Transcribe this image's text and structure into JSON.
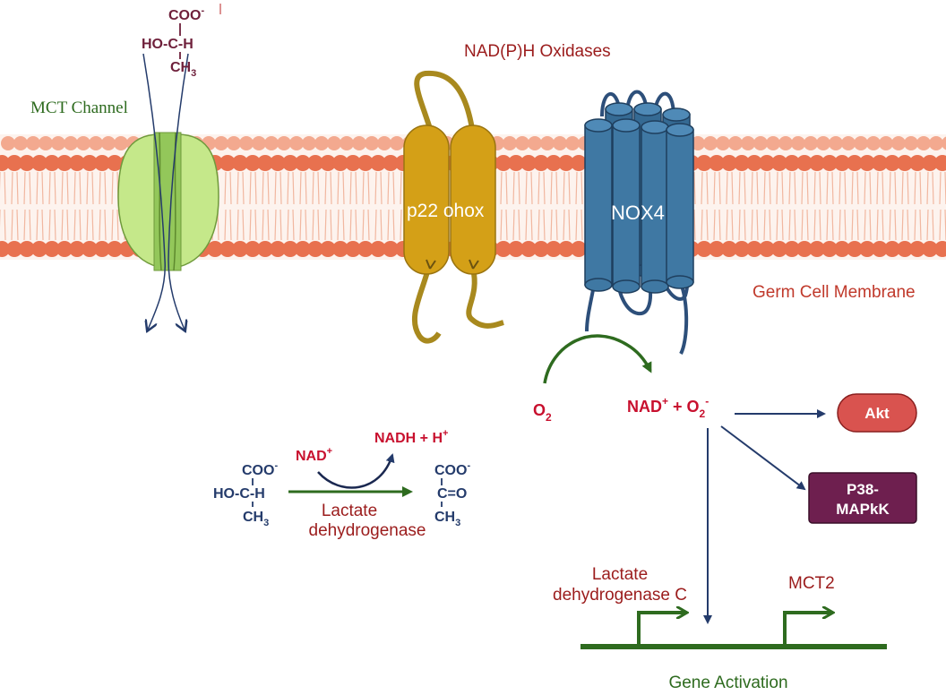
{
  "labels": {
    "mct_channel": "MCT Channel",
    "nadph_oxidases": "NAD(P)H Oxidases",
    "p22": "p22 ohox",
    "nox4": "NOX4",
    "membrane": "Germ Cell Membrane",
    "lactate_dehydrogenase_c_line1": "Lactate",
    "lactate_dehydrogenase_c_line2": "dehydrogenase C",
    "mct2": "MCT2",
    "gene_activation": "Gene Activation",
    "enzyme_line1": "Lactate",
    "enzyme_line2": "dehydrogenase"
  },
  "top_lactate": {
    "coo": "COO",
    "coo_sup": "-",
    "hoch": "HO-C-H",
    "ch3": "CH",
    "ch3_sub": "3"
  },
  "reaction": {
    "o2": "O",
    "o2_sub": "2",
    "nad": "NAD",
    "nad_sup": "+",
    "plus": " + ",
    "o2b": "O",
    "o2b_sub": "2",
    "o2b_sup": "-",
    "cofactor_in": "NAD",
    "cofactor_in_sup": "+",
    "cofactor_out": "NADH + H",
    "cofactor_out_sup": "+"
  },
  "lactate": {
    "coo": "COO",
    "coo_sup": "-",
    "hoch": "HO-C-H",
    "ch3": "CH",
    "ch3_sub": "3"
  },
  "pyruvate": {
    "coo": "COO",
    "coo_sup": "-",
    "co": "C=O",
    "ch3": "CH",
    "ch3_sub": "3"
  },
  "targets": {
    "akt": "Akt",
    "p38_line1": "P38-",
    "p38_line2": "MAPkK"
  },
  "colors": {
    "dark_red": "#9b1c1c",
    "red": "#c8102e",
    "green_text": "#2e6b1f",
    "navy": "#243b6b",
    "membrane_head": "#e8714f",
    "mct_green": "#c5e88a",
    "p22_gold": "#d4a017",
    "nox_blue": "#3f78a3",
    "akt": "#d9534f",
    "p38": "#6e1f4f",
    "gene_line": "#2e6b1f"
  }
}
